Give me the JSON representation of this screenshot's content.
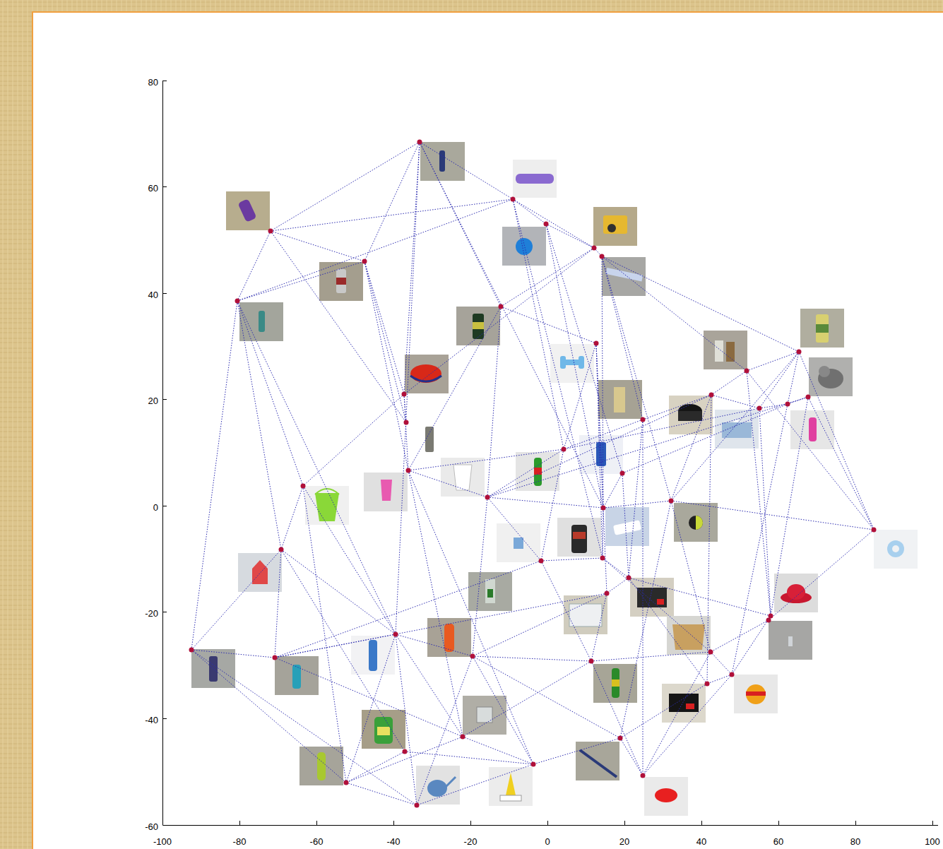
{
  "diagram": {
    "labels": [
      "80",
      "60",
      "40",
      "20",
      "0",
      "-20",
      "-40",
      "-60",
      "-100",
      "-80",
      "-60",
      "-40",
      "-20",
      "0",
      "20",
      "40",
      "60",
      "80",
      "100"
    ]
  }
}
